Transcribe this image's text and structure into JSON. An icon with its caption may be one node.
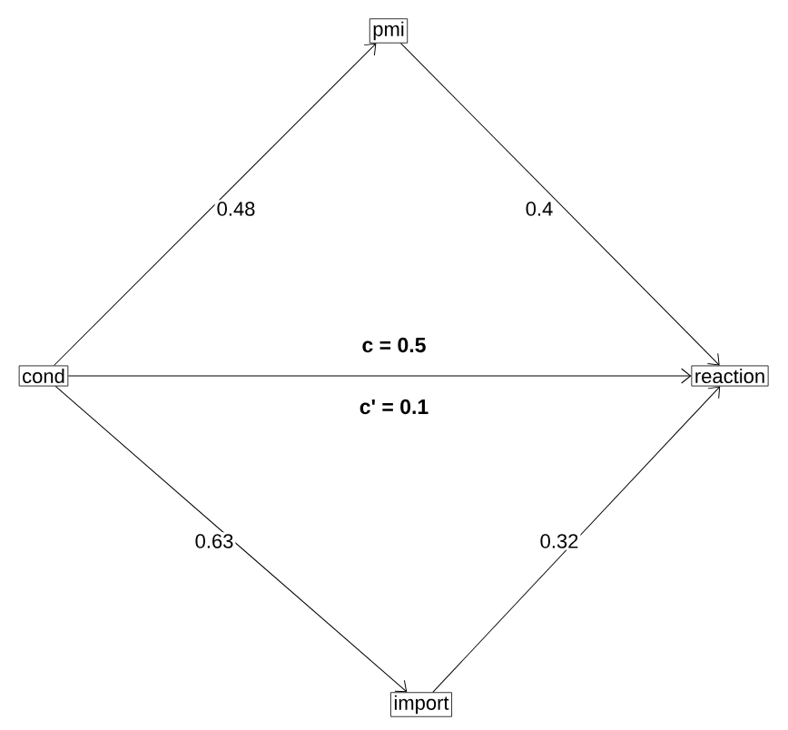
{
  "diagram": {
    "nodes": [
      {
        "text": [
          "cond"
        ]
      },
      {
        "text": [
          "pmi"
        ]
      },
      {
        "text": [
          "reaction"
        ]
      },
      {
        "text": [
          "import"
        ]
      }
    ],
    "edges": [
      {
        "from": 0,
        "to": 1,
        "arrow": "to",
        "label": "0.48"
      },
      {
        "from": 1,
        "to": 2,
        "arrow": "to",
        "label": "0.4"
      },
      {
        "from": 0,
        "to": 3,
        "arrow": "to",
        "label": "0.63"
      },
      {
        "from": 3,
        "to": 2,
        "arrow": "to",
        "label": "0.32"
      },
      {
        "from": 0,
        "to": 2,
        "arrow": "to",
        "label": "c = 0.5"
      }
    ],
    "labels": [
      "c' = 0.1"
    ]
  }
}
